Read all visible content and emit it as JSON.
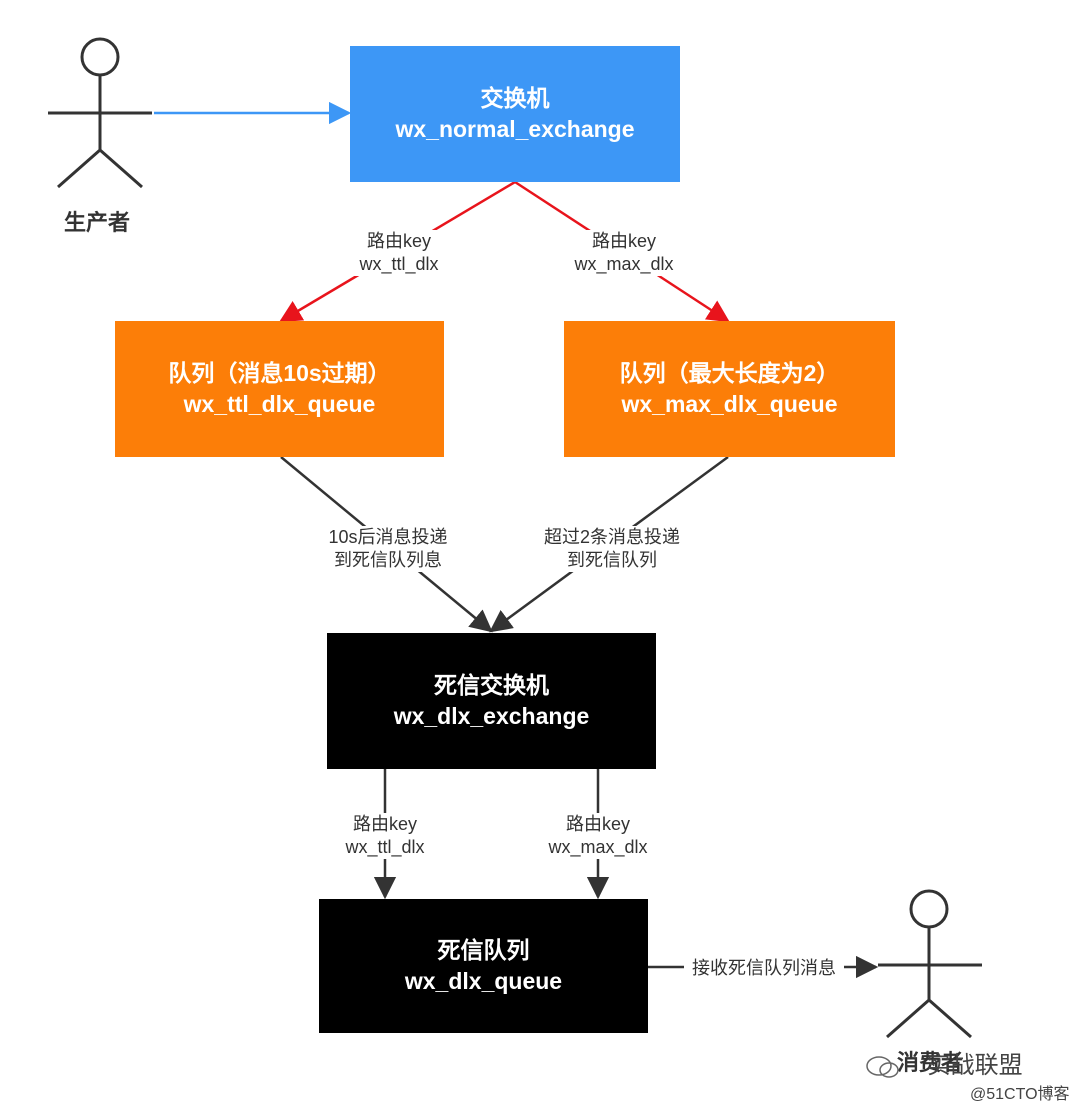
{
  "nodes": {
    "normal_exchange": {
      "title": "交换机",
      "name": "wx_normal_exchange",
      "color": "#3d97f6"
    },
    "ttl_queue": {
      "title": "队列（消息10s过期）",
      "name": "wx_ttl_dlx_queue",
      "color": "#fc7e08"
    },
    "max_queue": {
      "title": "队列（最大长度为2）",
      "name": "wx_max_dlx_queue",
      "color": "#fc7e08"
    },
    "dlx_exchange": {
      "title": "死信交换机",
      "name": "wx_dlx_exchange",
      "color": "#000000"
    },
    "dlx_queue": {
      "title": "死信队列",
      "name": "wx_dlx_queue",
      "color": "#000000"
    }
  },
  "actors": {
    "producer": {
      "label": "生产者"
    },
    "consumer": {
      "label": "消费者"
    }
  },
  "edges": {
    "producer_to_exchange": {
      "color": "#3d97f6"
    },
    "exchange_to_ttl": {
      "line1": "路由key",
      "line2": "wx_ttl_dlx",
      "color": "#e8141c"
    },
    "exchange_to_max": {
      "line1": "路由key",
      "line2": "wx_max_dlx",
      "color": "#e8141c"
    },
    "ttl_to_dlx": {
      "line1": "10s后消息投递",
      "line2": "到死信队列息",
      "color": "#333333"
    },
    "max_to_dlx": {
      "line1": "超过2条消息投递",
      "line2": "到死信队列",
      "color": "#333333"
    },
    "dlx_to_queue_ttl": {
      "line1": "路由key",
      "line2": "wx_ttl_dlx",
      "color": "#333333"
    },
    "dlx_to_queue_max": {
      "line1": "路由key",
      "line2": "wx_max_dlx",
      "color": "#333333"
    },
    "queue_to_consumer": {
      "line1": "接收死信队列消息",
      "color": "#333333"
    }
  },
  "watermark": {
    "main": "实战联盟",
    "sub": "@51CTO博客"
  }
}
